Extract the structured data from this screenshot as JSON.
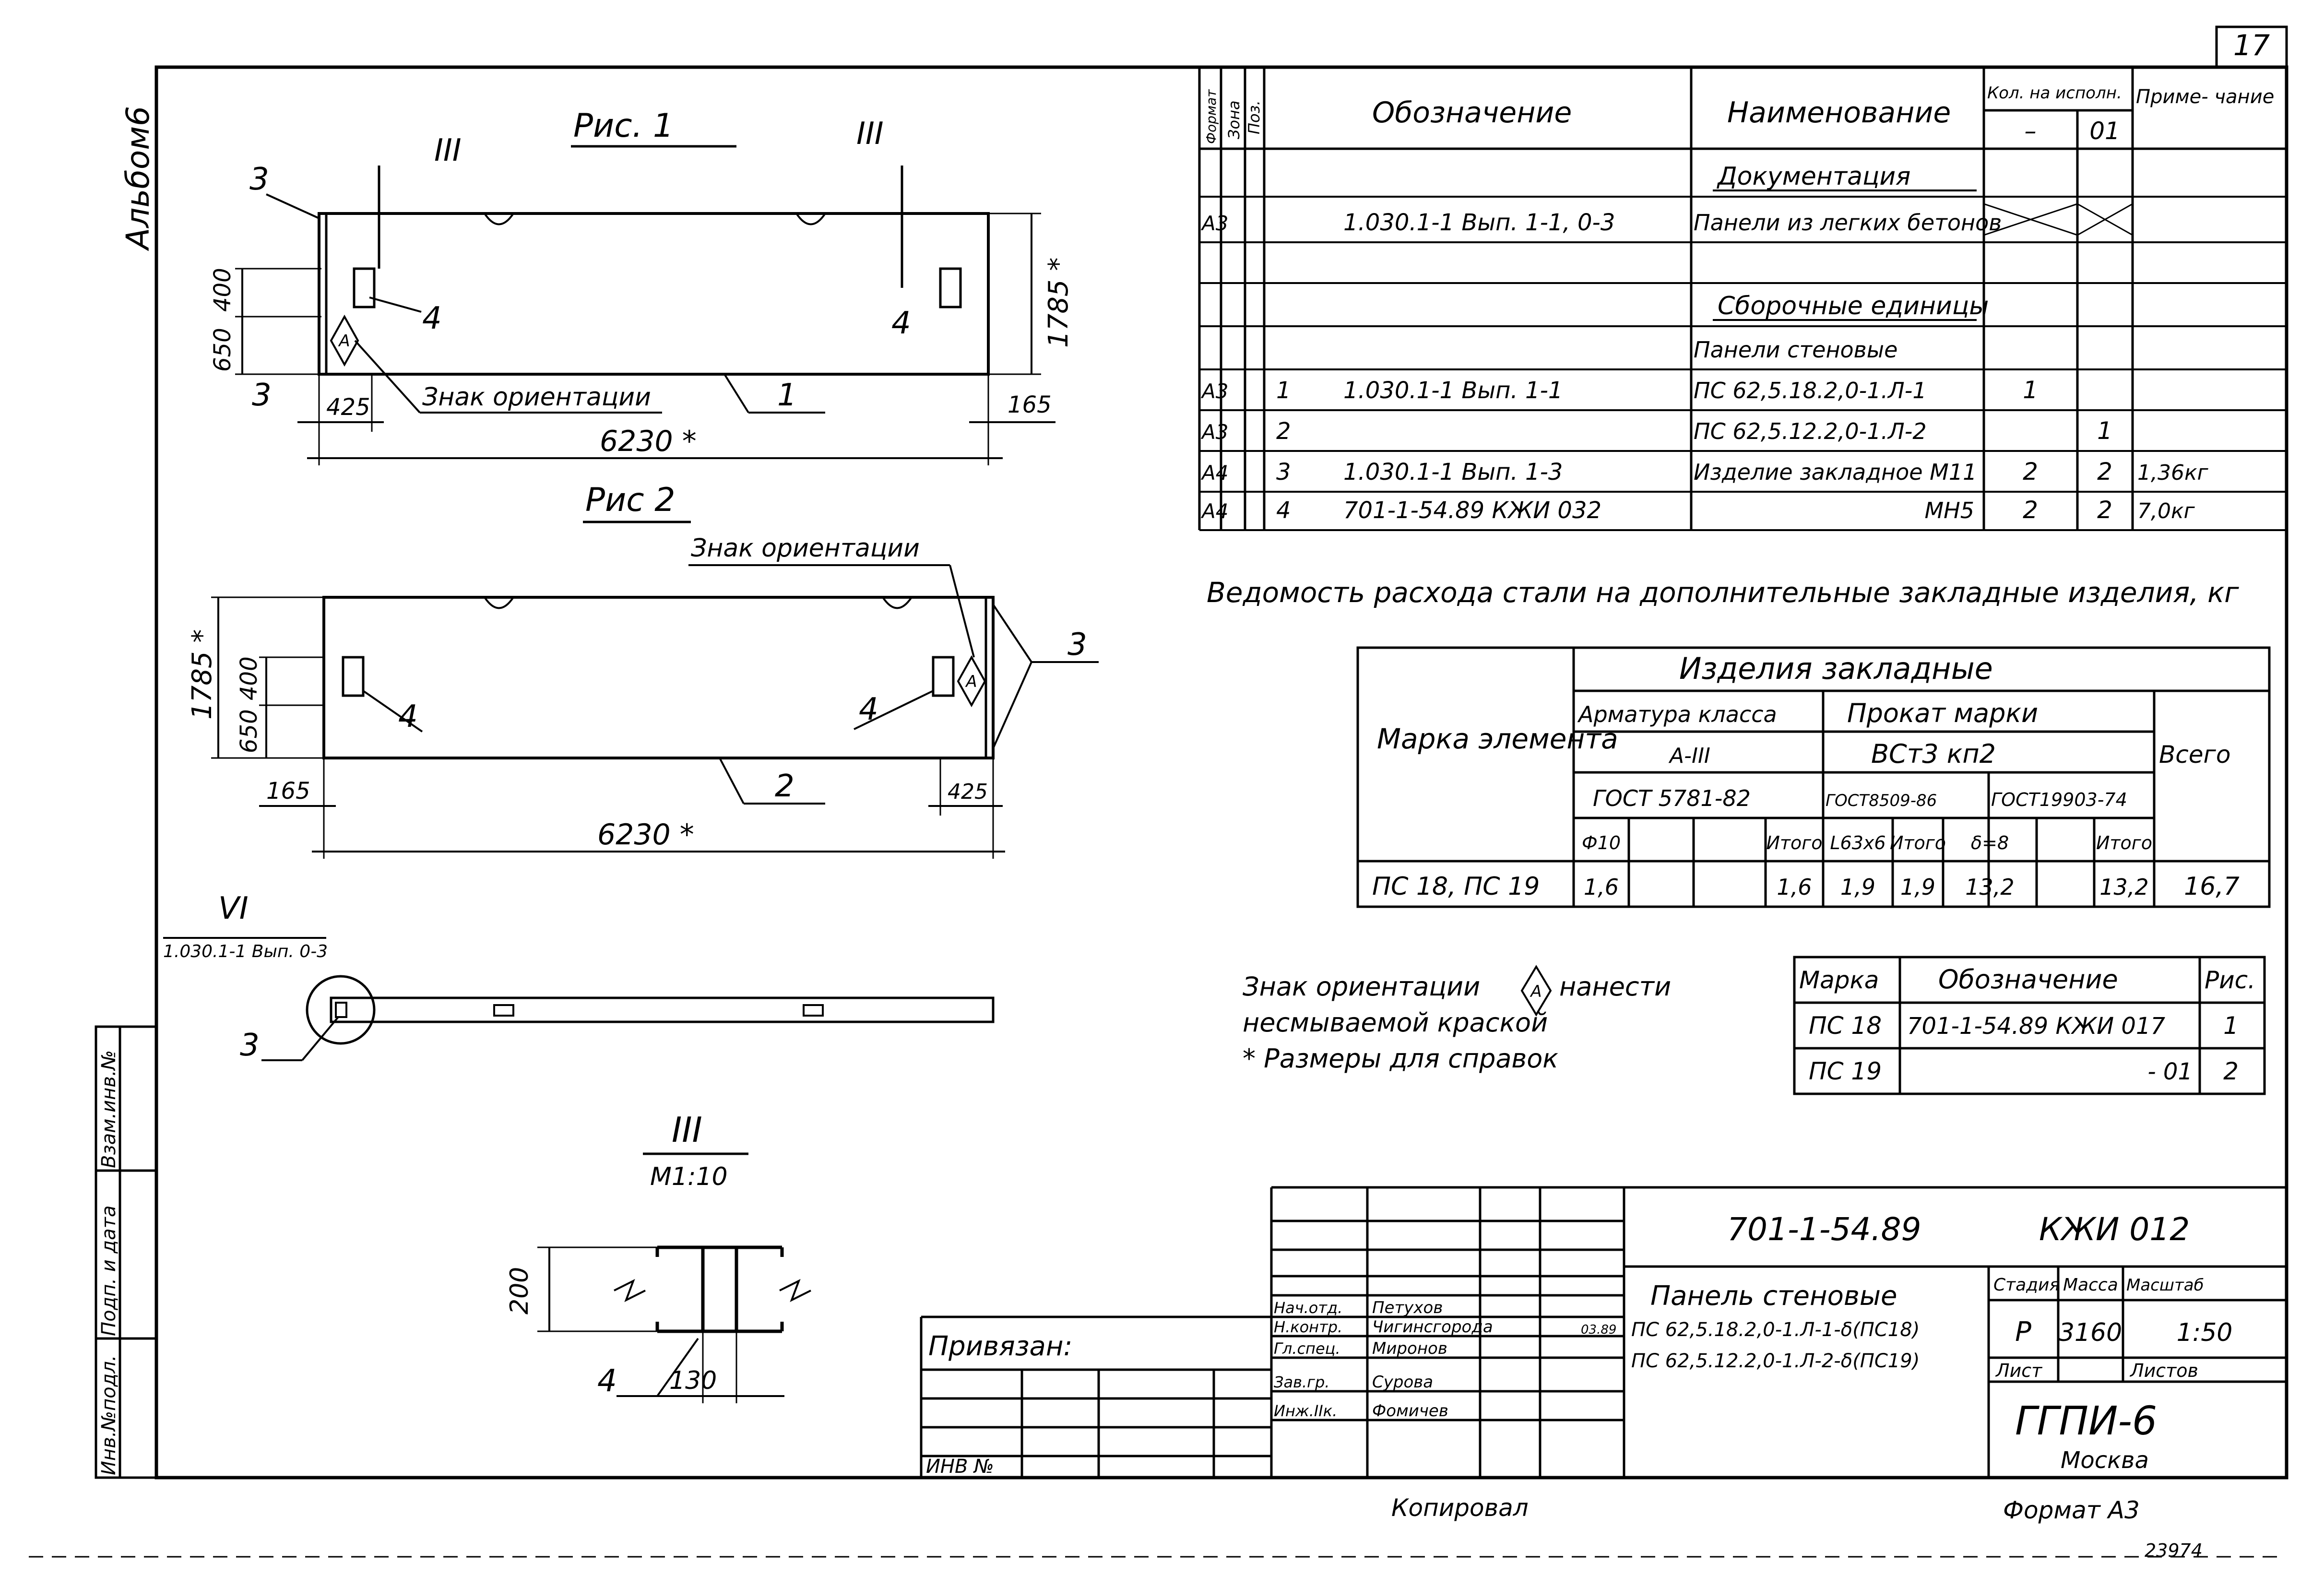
{
  "sheet_number": "17",
  "album_label": "Альбом6",
  "fig1": {
    "title": "Рис. 1",
    "section_marks": [
      "III",
      "III"
    ],
    "callouts": [
      "3",
      "3",
      "4",
      "4",
      "1"
    ],
    "dims": [
      "650",
      "400",
      "1785 *",
      "425",
      "165",
      "6230 *"
    ],
    "orientation_label": "Знак ориентации",
    "diamond": "A"
  },
  "fig2": {
    "title": "Рис 2",
    "orientation_label": "Знак ориентации",
    "callouts": [
      "4",
      "4",
      "2",
      "3"
    ],
    "dims": [
      "1785 *",
      "400",
      "650",
      "165",
      "425",
      "6230 *"
    ],
    "diamond": "A"
  },
  "detail_vi": {
    "mark": "VI",
    "ref": "1.030.1-1 Вып. 0-3",
    "callout": "3"
  },
  "section_iii": {
    "mark": "III",
    "scale": "M1:10",
    "dims": [
      "200",
      "130"
    ],
    "callout": "4"
  },
  "spec_table": {
    "headers": {
      "format": "Формат",
      "zone": "Зона",
      "pos": "Поз.",
      "designation": "Обозначение",
      "name": "Наименование",
      "qty": "Кол. на исполн.",
      "qty_a": "–",
      "qty_b": "01",
      "note": "Приме- чание"
    },
    "rows": [
      {
        "format": "",
        "pos": "",
        "designation": "",
        "name": "Документация",
        "a": "",
        "b": "",
        "note": "",
        "heading": true
      },
      {
        "format": "А3",
        "pos": "",
        "designation": "1.030.1-1  Вып. 1-1, 0-3",
        "name": "Панели из легких бетонов",
        "a": "",
        "b": "",
        "note": "",
        "crossed": true
      },
      {
        "format": "",
        "pos": "",
        "designation": "",
        "name": "",
        "a": "",
        "b": "",
        "note": ""
      },
      {
        "format": "",
        "pos": "",
        "designation": "",
        "name": "Сборочные единицы",
        "a": "",
        "b": "",
        "note": "",
        "heading": true
      },
      {
        "format": "",
        "pos": "",
        "designation": "",
        "name": "Панели стеновые",
        "a": "",
        "b": "",
        "note": ""
      },
      {
        "format": "А3",
        "pos": "1",
        "designation": "1.030.1-1  Вып. 1-1",
        "name": "ПС 62,5.18.2,0-1.Л-1",
        "a": "1",
        "b": "",
        "note": ""
      },
      {
        "format": "А3",
        "pos": "2",
        "designation": "",
        "name": "ПС 62,5.12.2,0-1.Л-2",
        "a": "",
        "b": "1",
        "note": ""
      },
      {
        "format": "А4",
        "pos": "3",
        "designation": "1.030.1-1  Вып. 1-3",
        "name": "Изделие закладное  М11",
        "a": "2",
        "b": "2",
        "note": "1,36кг"
      },
      {
        "format": "А4",
        "pos": "4",
        "designation": "701-1-54.89   КЖИ 032",
        "name": "МН5",
        "a": "2",
        "b": "2",
        "note": "7,0кг"
      }
    ]
  },
  "steel_table": {
    "title": "Ведомость расхода стали на дополнительные закладные изделия, кг",
    "col_mark": "Марка элемента",
    "group": "Изделия  закладные",
    "rebar_class": "Арматура класса",
    "rebar_grade": "А-III",
    "rebar_gost": "ГОСТ 5781-82",
    "rolled": "Прокат марки",
    "rolled_grade": "ВСт3 кп2",
    "gost_a": "ГОСТ8509-86",
    "gost_b": "ГОСТ19903-74",
    "total": "Всего",
    "subs": [
      "Ф10",
      "",
      "",
      "Итого",
      "L63x6",
      "Итого",
      "δ=8",
      "",
      "Итого"
    ],
    "row": {
      "mark": "ПС 18,  ПС 19",
      "cells": [
        "1,6",
        "",
        "",
        "1,6",
        "1,9",
        "1,9",
        "13,2",
        "",
        "13,2"
      ],
      "total": "16,7"
    }
  },
  "notes": {
    "line1": "Знак ориентации",
    "line1b": "нанести",
    "diamond": "A",
    "line2": "несмываемой краской",
    "line3": "* Размеры для справок"
  },
  "mark_table": {
    "headers": [
      "Марка",
      "Обозначение",
      "Рис."
    ],
    "rows": [
      [
        "ПС 18",
        "701-1-54.89  КЖИ 017",
        "1"
      ],
      [
        "ПС 19",
        "- 01",
        "2"
      ]
    ]
  },
  "side_stamp": [
    "Инв.№подл.",
    "Подп. и дата",
    "Взам.инв.№"
  ],
  "title_block": {
    "doc_code": "701-1-54.89",
    "sheet_code": "КЖИ 012",
    "tied": "Привязан:",
    "inv": "ИНВ №",
    "names": [
      {
        "role": "Нач.отд.",
        "name": "Петухов"
      },
      {
        "role": "Н.контр.",
        "name": "Чигинсгорода"
      },
      {
        "role": "Гл.спец.",
        "name": "Миронов"
      },
      {
        "role": "Зав.гр.",
        "name": "Сурова"
      },
      {
        "role": "Инж.IIк.",
        "name": "Фомичев"
      }
    ],
    "date": "03.89",
    "title1": "Панель стеновые",
    "title2": "ПС 62,5.18.2,0-1.Л-1-δ(ПС18)",
    "title3": "ПС 62,5.12.2,0-1.Л-2-δ(ПС19)",
    "stage_h": "Стадия",
    "mass_h": "Масса",
    "scale_h": "Масштаб",
    "stage": "Р",
    "mass": "3160",
    "scale": "1:50",
    "sheet_h": "Лист",
    "sheets_h": "Листов",
    "org": "ГГПИ-6",
    "city": "Москва"
  },
  "footer": {
    "copied": "Копировал",
    "format": "Формат А3",
    "number": "23974"
  }
}
